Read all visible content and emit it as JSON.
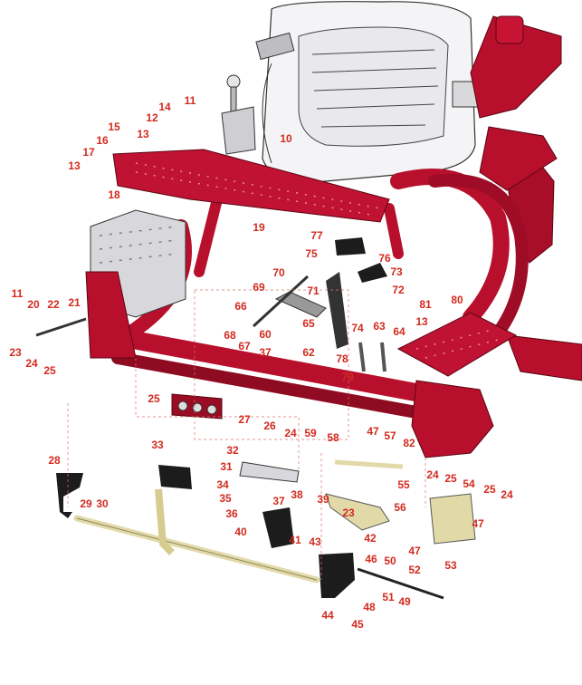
{
  "colors": {
    "callout": "#d22b1f",
    "frame_red": "#b8102c",
    "frame_dark": "#7a0a1c",
    "steel": "#c8c8cc",
    "brass": "#e2d9a8",
    "black": "#1c1c1c",
    "leader": "#e07070"
  },
  "callouts": [
    "11",
    "10",
    "14",
    "12",
    "15",
    "13",
    "16",
    "17",
    "13",
    "18",
    "19",
    "77",
    "75",
    "76",
    "73",
    "72",
    "70",
    "69",
    "71",
    "66",
    "68",
    "67",
    "60",
    "65",
    "37",
    "62",
    "74",
    "63",
    "64",
    "79",
    "78",
    "81",
    "13",
    "80",
    "11",
    "20",
    "22",
    "21",
    "23",
    "24",
    "25",
    "25",
    "27",
    "26",
    "24",
    "59",
    "58",
    "47",
    "57",
    "82",
    "28",
    "33",
    "32",
    "31",
    "34",
    "35",
    "36",
    "37",
    "38",
    "29",
    "30",
    "40",
    "41",
    "39",
    "23",
    "42",
    "56",
    "55",
    "24",
    "25",
    "54",
    "25",
    "24",
    "47",
    "47",
    "53",
    "43",
    "46",
    "50",
    "52",
    "44",
    "48",
    "51",
    "49",
    "45"
  ]
}
